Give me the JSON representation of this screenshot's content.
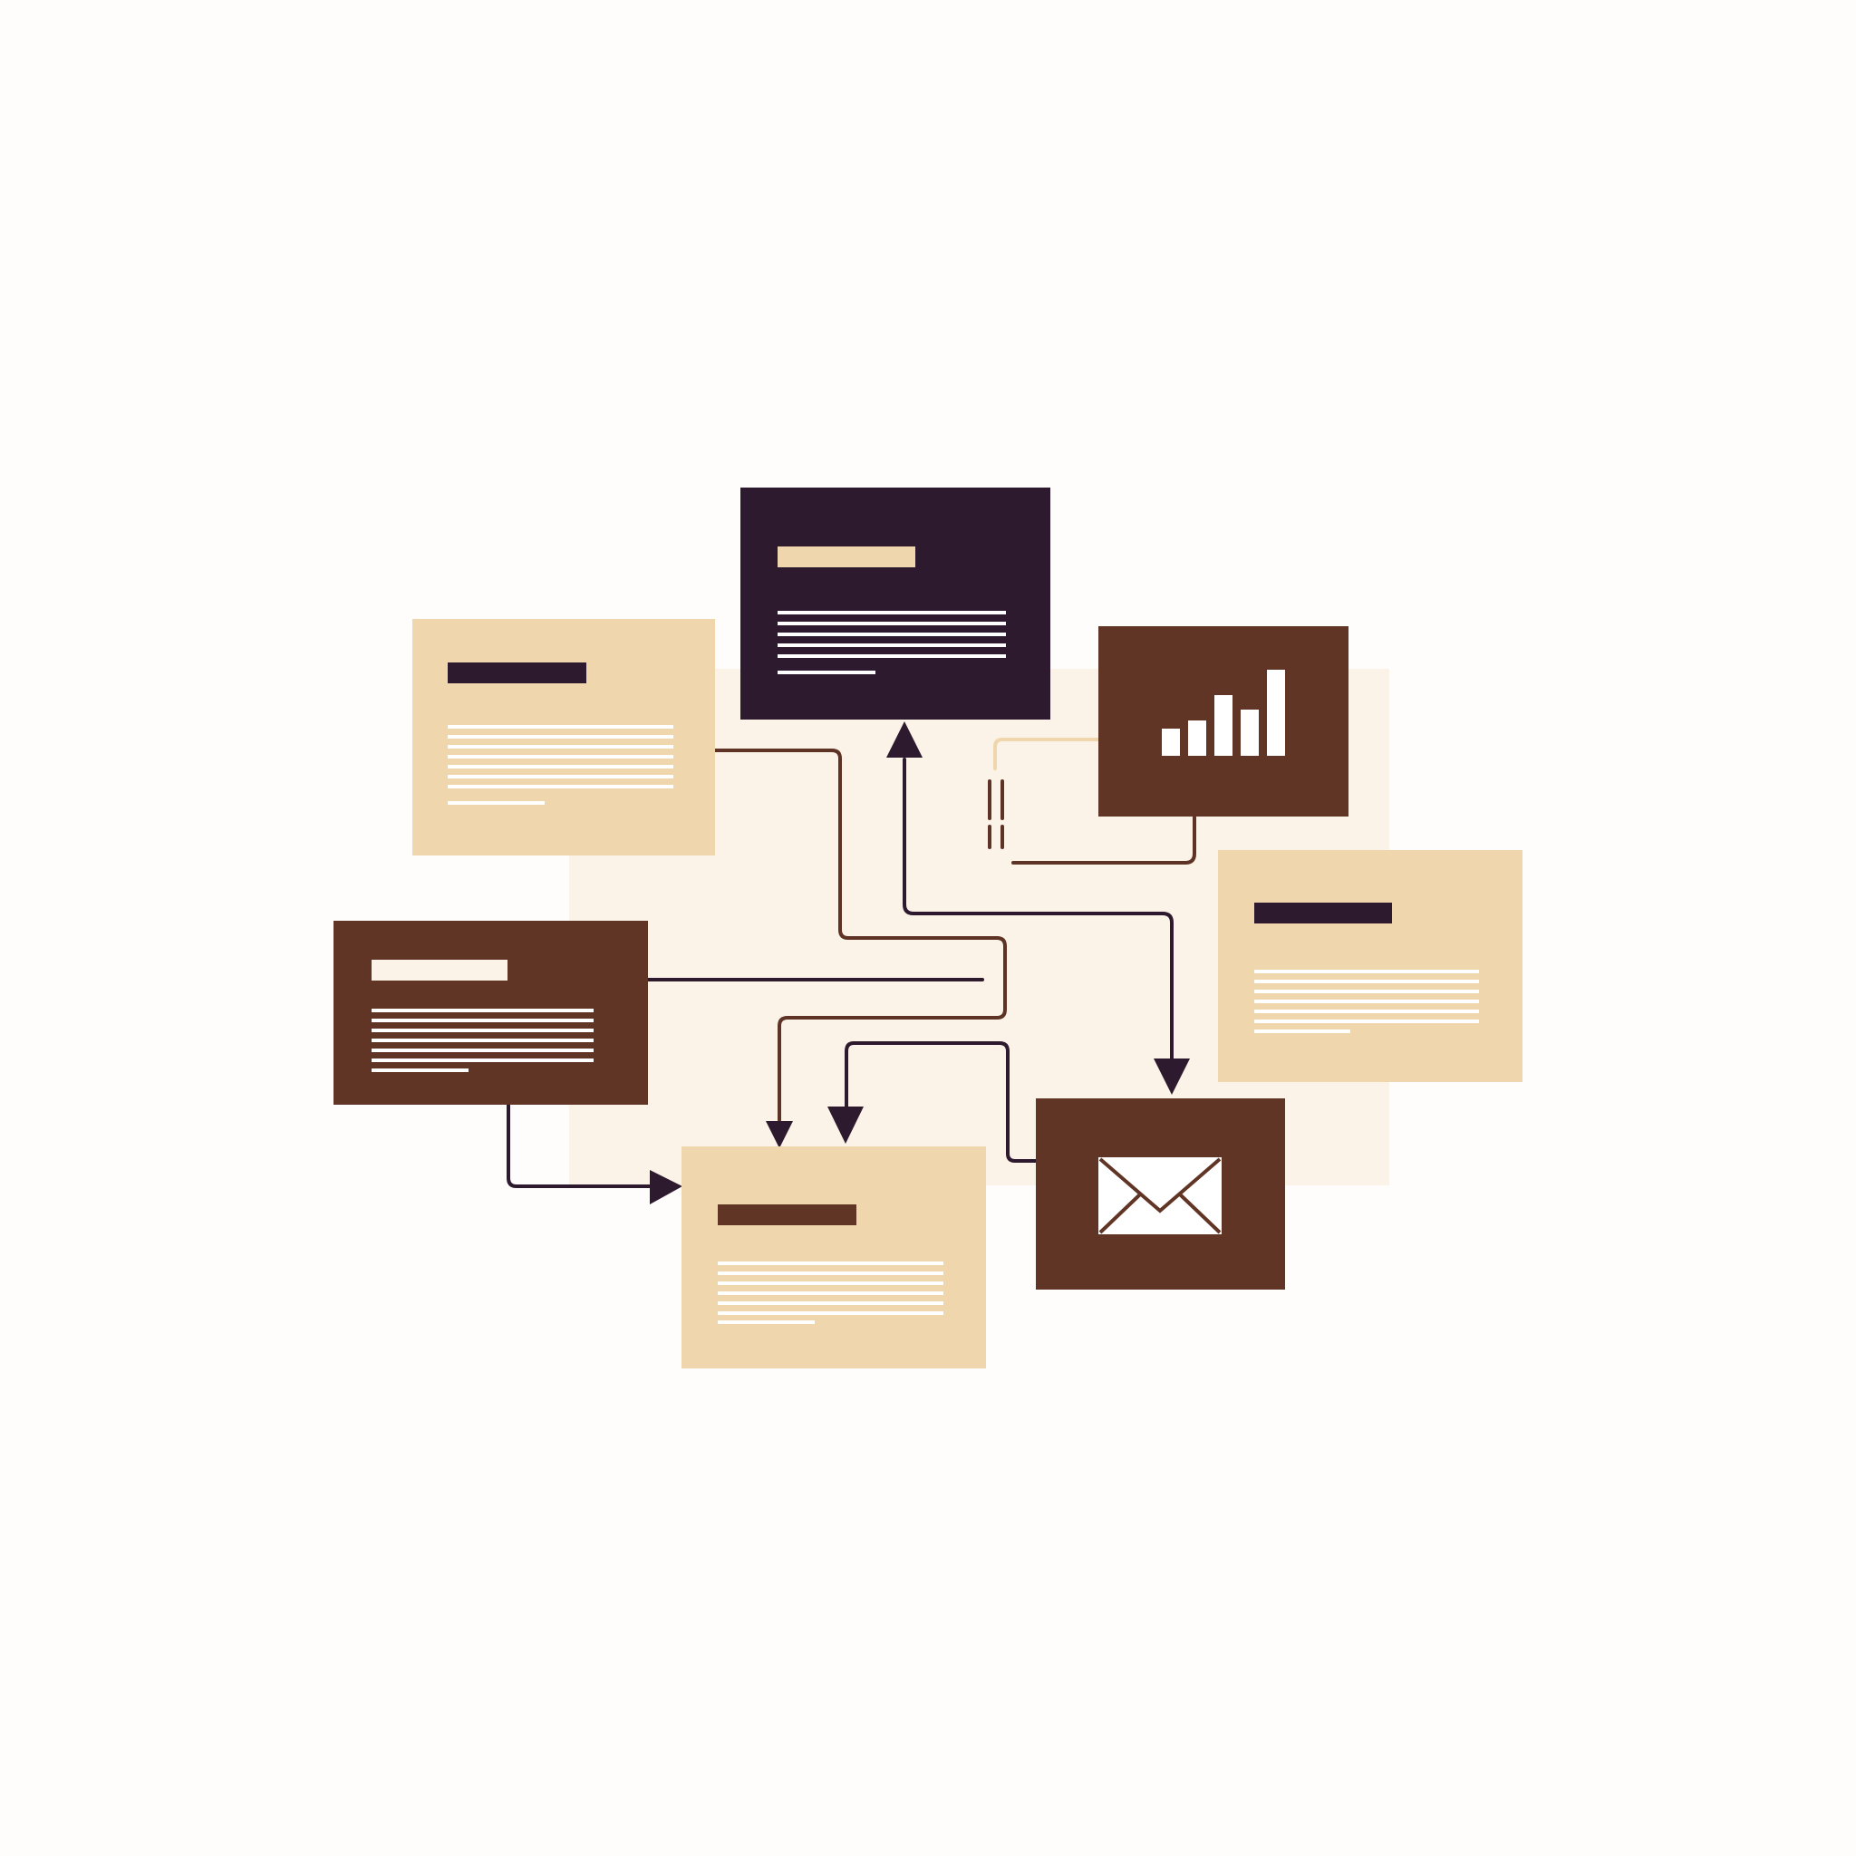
{
  "colors": {
    "background": "#fefdfc",
    "backdrop": "#fbf3e7",
    "tan": "#f0d6ad",
    "brown": "#613525",
    "dark_purple": "#2e1a2e",
    "line_brown": "#5e3325",
    "line_dark": "#2e1a2e",
    "line_tan": "#f0d6ad",
    "cream": "#ffffff"
  },
  "diagram": {
    "cards": [
      {
        "id": "card-top-left",
        "fill": "tan",
        "icon": "text-lines-icon"
      },
      {
        "id": "card-top-center",
        "fill": "dark_purple",
        "icon": "text-lines-icon"
      },
      {
        "id": "card-chart",
        "fill": "brown",
        "icon": "bar-chart-icon"
      },
      {
        "id": "card-middle-left",
        "fill": "brown",
        "icon": "text-lines-icon"
      },
      {
        "id": "card-right",
        "fill": "tan",
        "icon": "text-lines-icon"
      },
      {
        "id": "card-bottom-center",
        "fill": "tan",
        "icon": "text-lines-icon"
      },
      {
        "id": "card-mail",
        "fill": "brown",
        "icon": "envelope-icon"
      }
    ],
    "connectors": [
      {
        "from": "card-top-left",
        "to": "card-bottom-center",
        "arrow": true
      },
      {
        "from": "card-middle-left",
        "to": "card-bottom-center",
        "arrow": true
      },
      {
        "from": "card-middle-left",
        "to": "connector-hub",
        "arrow": false
      },
      {
        "from": "card-mail",
        "to": "card-bottom-center",
        "arrow": true
      },
      {
        "from": "card-right-junction",
        "to": "card-top-center",
        "arrow": true
      },
      {
        "from": "card-top-center-junction",
        "to": "card-mail",
        "arrow": true
      },
      {
        "from": "card-chart",
        "to": "dashed-link",
        "arrow": false
      }
    ]
  }
}
